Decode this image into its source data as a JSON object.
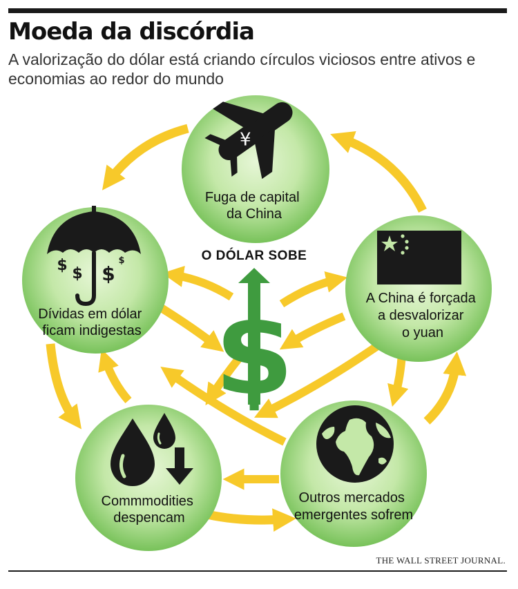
{
  "header": {
    "title": "Moeda da discórdia",
    "subtitle": "A valorização do dólar está criando círculos viciosos entre ativos e economias ao redor do mundo"
  },
  "center": {
    "label": "O DÓLAR SOBE",
    "symbol": "$",
    "icon": "dollar-up-arrow-icon",
    "color": "#3f9b3f"
  },
  "nodes": [
    {
      "id": "capital-flight",
      "icon": "airplane-yuan-icon",
      "lines": [
        "Fuga de capital",
        "da China"
      ]
    },
    {
      "id": "china-devalue",
      "icon": "china-flag-icon",
      "lines": [
        "A China é forçada",
        "a desvalorizar",
        "o yuan"
      ]
    },
    {
      "id": "emerging-markets",
      "icon": "globe-icon",
      "lines": [
        "Outros mercados",
        "emergentes sofrem"
      ]
    },
    {
      "id": "commodities",
      "icon": "oil-drops-down-icon",
      "lines": [
        "Commmodities",
        "despencam"
      ]
    },
    {
      "id": "dollar-debt",
      "icon": "umbrella-dollar-rain-icon",
      "lines": [
        "Dívidas em dólar",
        "ficam indigestas"
      ]
    }
  ],
  "colors": {
    "arrow": "#f7c92a",
    "circle_inner": "#e4f5d2",
    "circle_outer": "#7cc45e",
    "icon": "#1a1a1a"
  },
  "footer": {
    "source": "THE WALL STREET JOURNAL."
  }
}
